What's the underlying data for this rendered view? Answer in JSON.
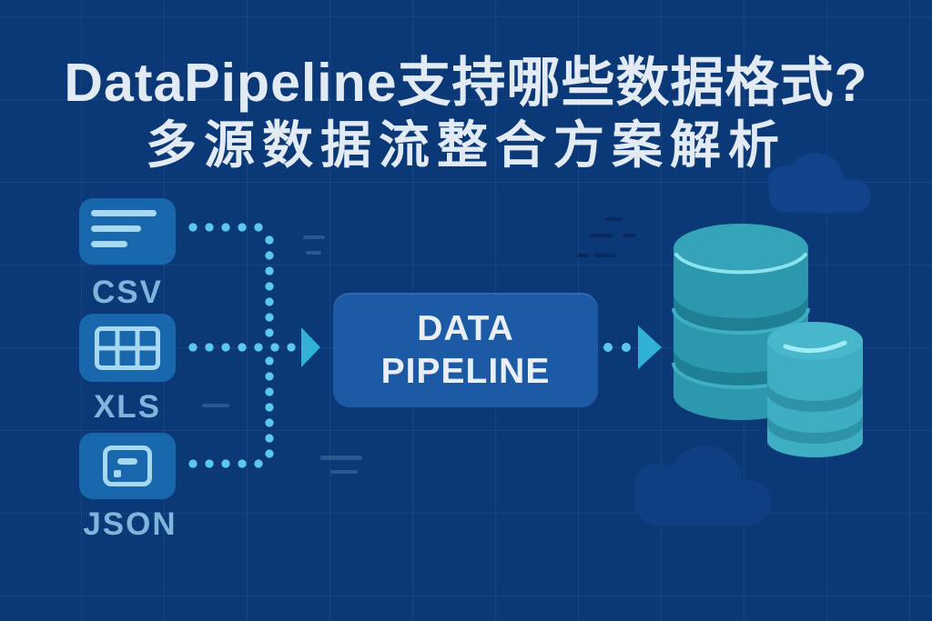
{
  "title": {
    "line1": "DataPipeline支持哪些数据格式?",
    "line2": "多源数据流整合方案解析"
  },
  "sources": [
    {
      "label": "CSV",
      "icon": "csv-text-lines-icon"
    },
    {
      "label": "XLS",
      "icon": "spreadsheet-table-icon"
    },
    {
      "label": "JSON",
      "icon": "json-object-icon"
    }
  ],
  "pipeline": {
    "line1": "DATA",
    "line2": "PIPELINE"
  },
  "output": {
    "icon": "database-cylinders-icon"
  },
  "colors": {
    "background": "#0B3876",
    "grid_line": "rgba(125,175,230,0.10)",
    "title_text": "#E2EBF4",
    "icon_tile": "#1866AB",
    "icon_glyph": "#A6D8F2",
    "source_label": "#7FB5DC",
    "connector_dots": "#5BC8EB",
    "arrow": "#2FB1D8",
    "pipeline_box": "#1D5AA6",
    "pipeline_text": "#E9EFF5",
    "database_teal_light": "#3EAEC3",
    "database_teal_dark": "#1F8094",
    "cloud": "#12438A"
  }
}
